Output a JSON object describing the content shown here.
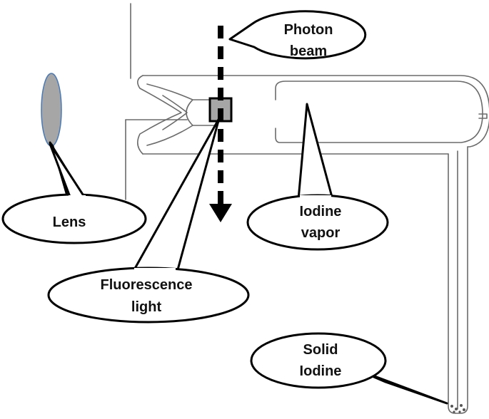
{
  "labels": {
    "photon_beam": [
      "Photon",
      "beam"
    ],
    "lens": [
      "Lens"
    ],
    "iodine_vapor": [
      "Iodine",
      "vapor"
    ],
    "fluorescence_light": [
      "Fluorescence",
      "light"
    ],
    "solid_iodine": [
      "Solid",
      "Iodine"
    ]
  },
  "colors": {
    "apparatus_line": "#6b6b6b",
    "lens_fill": "#a6a6a6",
    "lens_stroke": "#4a7ab5",
    "beam": "#000000",
    "sample_fill": "#a6a6a6",
    "callout_stroke": "#000000",
    "callout_fill": "#ffffff"
  }
}
